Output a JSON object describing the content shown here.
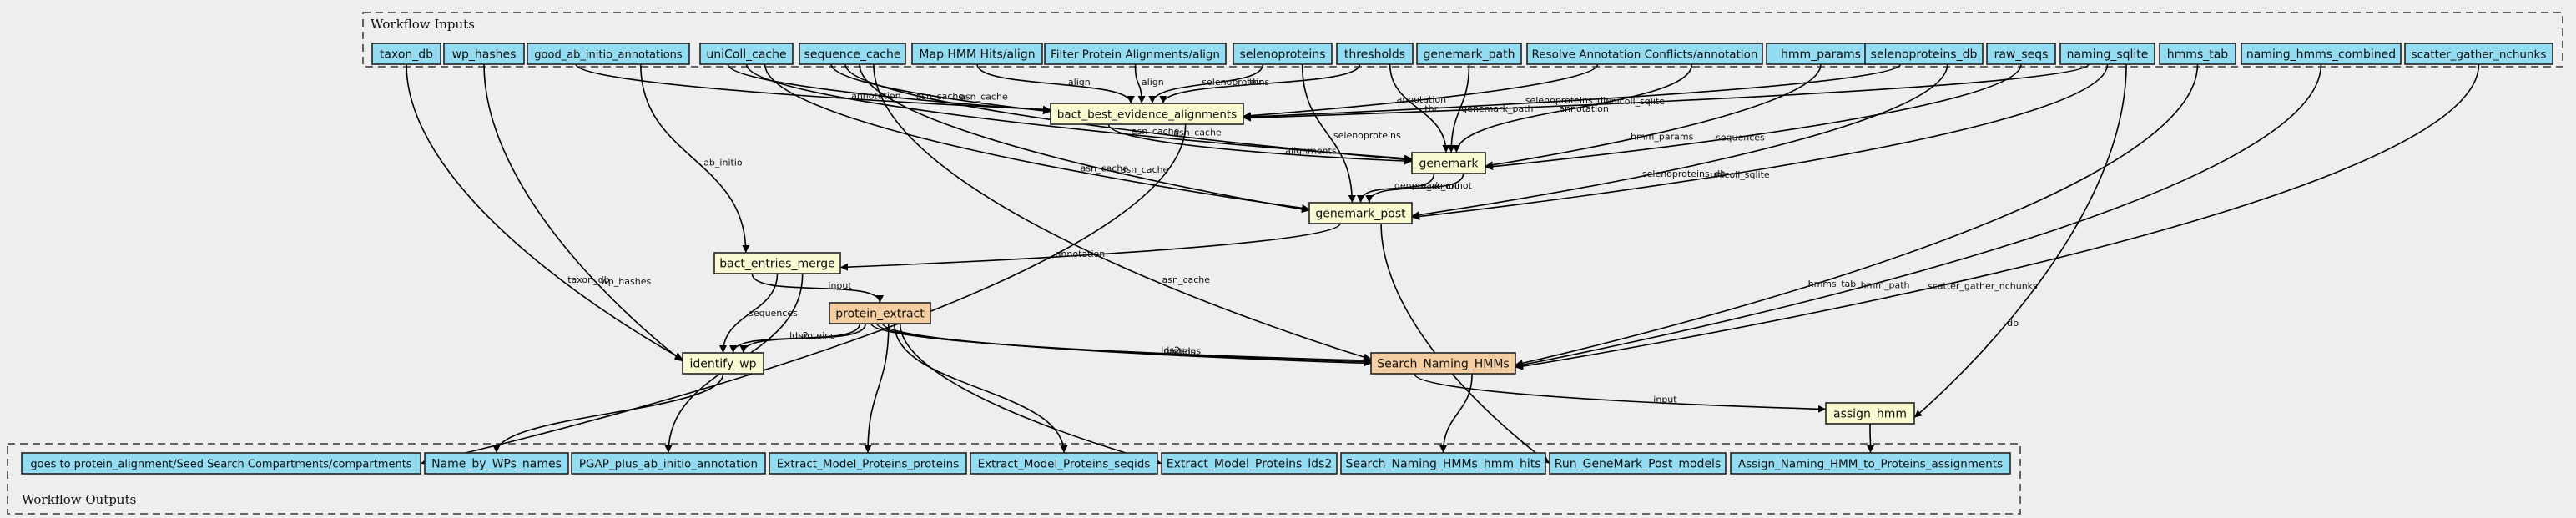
{
  "colors": {
    "io_fill": "#94dcf2",
    "step_fill": "#fafad2",
    "subworkflow_fill": "#f4cda0",
    "background": "#eeeeee"
  },
  "clusters": {
    "inputs_label": "Workflow Inputs",
    "outputs_label": "Workflow Outputs"
  },
  "inputs": [
    {
      "id": "taxon_db",
      "label": "taxon_db"
    },
    {
      "id": "wp_hashes",
      "label": "wp_hashes"
    },
    {
      "id": "good_ab_initio_annotations",
      "label": "good_ab_initio_annotations"
    },
    {
      "id": "uniColl_cache",
      "label": "uniColl_cache"
    },
    {
      "id": "sequence_cache",
      "label": "sequence_cache"
    },
    {
      "id": "map_hmm_hits_align",
      "label": "Map HMM Hits/align"
    },
    {
      "id": "filter_protein_alignments_align",
      "label": "Filter Protein Alignments/align"
    },
    {
      "id": "selenoproteins",
      "label": "selenoproteins"
    },
    {
      "id": "thresholds",
      "label": "thresholds"
    },
    {
      "id": "genemark_path",
      "label": "genemark_path"
    },
    {
      "id": "resolve_annotation_conflicts_annotation",
      "label": "Resolve Annotation Conflicts/annotation"
    },
    {
      "id": "hmm_params",
      "label": "hmm_params"
    },
    {
      "id": "selenoproteins_db",
      "label": "selenoproteins_db"
    },
    {
      "id": "raw_seqs",
      "label": "raw_seqs"
    },
    {
      "id": "naming_sqlite",
      "label": "naming_sqlite"
    },
    {
      "id": "hmms_tab",
      "label": "hmms_tab"
    },
    {
      "id": "naming_hmms_combined",
      "label": "naming_hmms_combined"
    },
    {
      "id": "scatter_gather_nchunks",
      "label": "scatter_gather_nchunks"
    }
  ],
  "steps": [
    {
      "id": "bact_best_evidence_alignments",
      "label": "bact_best_evidence_alignments",
      "kind": "step"
    },
    {
      "id": "genemark",
      "label": "genemark",
      "kind": "step"
    },
    {
      "id": "genemark_post",
      "label": "genemark_post",
      "kind": "step"
    },
    {
      "id": "bact_entries_merge",
      "label": "bact_entries_merge",
      "kind": "step"
    },
    {
      "id": "protein_extract",
      "label": "protein_extract",
      "kind": "subworkflow"
    },
    {
      "id": "identify_wp",
      "label": "identify_wp",
      "kind": "step"
    },
    {
      "id": "Search_Naming_HMMs",
      "label": "Search_Naming_HMMs",
      "kind": "subworkflow"
    },
    {
      "id": "assign_hmm",
      "label": "assign_hmm",
      "kind": "step"
    }
  ],
  "outputs": [
    {
      "id": "out_compartments",
      "label": "goes to protein_alignment/Seed Search Compartments/compartments"
    },
    {
      "id": "out_name_by_wps",
      "label": "Name_by_WPs_names"
    },
    {
      "id": "out_pgap_plus",
      "label": "PGAP_plus_ab_initio_annotation"
    },
    {
      "id": "out_emp_proteins",
      "label": "Extract_Model_Proteins_proteins"
    },
    {
      "id": "out_emp_seqids",
      "label": "Extract_Model_Proteins_seqids"
    },
    {
      "id": "out_emp_lds2",
      "label": "Extract_Model_Proteins_lds2"
    },
    {
      "id": "out_snh_hits",
      "label": "Search_Naming_HMMs_hmm_hits"
    },
    {
      "id": "out_rgmp_models",
      "label": "Run_GeneMark_Post_models"
    },
    {
      "id": "out_assign",
      "label": "Assign_Naming_HMM_to_Proteins_assignments"
    }
  ],
  "edges": [
    {
      "from": "good_ab_initio_annotations",
      "to": "bact_best_evidence_alignments",
      "label": "annotation"
    },
    {
      "from": "uniColl_cache",
      "to": "bact_best_evidence_alignments",
      "label": "asn_cache"
    },
    {
      "from": "sequence_cache",
      "to": "bact_best_evidence_alignments",
      "label": "asn_cache"
    },
    {
      "from": "map_hmm_hits_align",
      "to": "bact_best_evidence_alignments",
      "label": "align"
    },
    {
      "from": "filter_protein_alignments_align",
      "to": "bact_best_evidence_alignments",
      "label": "align"
    },
    {
      "from": "selenoproteins",
      "to": "bact_best_evidence_alignments",
      "label": "selenoproteins"
    },
    {
      "from": "thresholds",
      "to": "bact_best_evidence_alignments",
      "label": "thr"
    },
    {
      "from": "resolve_annotation_conflicts_annotation",
      "to": "bact_best_evidence_alignments",
      "label": "annotation"
    },
    {
      "from": "selenoproteins_db",
      "to": "bact_best_evidence_alignments",
      "label": "selenoproteins_db"
    },
    {
      "from": "naming_sqlite",
      "to": "bact_best_evidence_alignments",
      "label": "unicoll_sqlite"
    },
    {
      "from": "uniColl_cache",
      "to": "genemark",
      "label": "asn_cache"
    },
    {
      "from": "sequence_cache",
      "to": "genemark",
      "label": "asn_cache"
    },
    {
      "from": "bact_best_evidence_alignments",
      "to": "genemark",
      "label": "alignments"
    },
    {
      "from": "thresholds",
      "to": "genemark",
      "label": "thr"
    },
    {
      "from": "genemark_path",
      "to": "genemark",
      "label": "genemark_path"
    },
    {
      "from": "resolve_annotation_conflicts_annotation",
      "to": "genemark",
      "label": "annotation"
    },
    {
      "from": "hmm_params",
      "to": "genemark",
      "label": "hmm_params"
    },
    {
      "from": "raw_seqs",
      "to": "genemark",
      "label": "sequences"
    },
    {
      "from": "uniColl_cache",
      "to": "genemark_post",
      "label": "asn_cache"
    },
    {
      "from": "sequence_cache",
      "to": "genemark_post",
      "label": "asn_cache"
    },
    {
      "from": "selenoproteins",
      "to": "genemark_post",
      "label": "selenoproteins"
    },
    {
      "from": "genemark",
      "to": "genemark_post",
      "label": "genemark_annot"
    },
    {
      "from": "genemark",
      "to": "genemark_post",
      "label": "pre_annot"
    },
    {
      "from": "selenoproteins_db",
      "to": "genemark_post",
      "label": "selenoproteins_db"
    },
    {
      "from": "naming_sqlite",
      "to": "genemark_post",
      "label": "unicoll_sqlite"
    },
    {
      "from": "good_ab_initio_annotations",
      "to": "bact_entries_merge",
      "label": "ab_initio"
    },
    {
      "from": "genemark_post",
      "to": "bact_entries_merge",
      "label": "annotation"
    },
    {
      "from": "bact_entries_merge",
      "to": "protein_extract",
      "label": "input"
    },
    {
      "from": "taxon_db",
      "to": "identify_wp",
      "label": "taxon_db"
    },
    {
      "from": "wp_hashes",
      "to": "identify_wp",
      "label": "wp_hashes"
    },
    {
      "from": "bact_entries_merge",
      "to": "identify_wp",
      "label": "sequences"
    },
    {
      "from": "protein_extract",
      "to": "identify_wp",
      "label": "lds2"
    },
    {
      "from": "protein_extract",
      "to": "identify_wp",
      "label": "proteins"
    },
    {
      "from": "sequence_cache",
      "to": "Search_Naming_HMMs",
      "label": "asn_cache"
    },
    {
      "from": "protein_extract",
      "to": "Search_Naming_HMMs",
      "label": "lds2"
    },
    {
      "from": "protein_extract",
      "to": "Search_Naming_HMMs",
      "label": "proteins"
    },
    {
      "from": "protein_extract",
      "to": "Search_Naming_HMMs",
      "label": "seqids"
    },
    {
      "from": "hmms_tab",
      "to": "Search_Naming_HMMs",
      "label": "hmms_tab"
    },
    {
      "from": "naming_hmms_combined",
      "to": "Search_Naming_HMMs",
      "label": "hmm_path"
    },
    {
      "from": "scatter_gather_nchunks",
      "to": "Search_Naming_HMMs",
      "label": "scatter_gather_nchunks"
    },
    {
      "from": "Search_Naming_HMMs",
      "to": "assign_hmm",
      "label": "input"
    },
    {
      "from": "naming_sqlite",
      "to": "assign_hmm",
      "label": "db"
    },
    {
      "from": "bact_best_evidence_alignments",
      "to": "out_compartments",
      "label": ""
    },
    {
      "from": "identify_wp",
      "to": "out_name_by_wps",
      "label": ""
    },
    {
      "from": "bact_entries_merge",
      "to": "out_pgap_plus",
      "label": ""
    },
    {
      "from": "protein_extract",
      "to": "out_emp_proteins",
      "label": ""
    },
    {
      "from": "protein_extract",
      "to": "out_emp_seqids",
      "label": ""
    },
    {
      "from": "protein_extract",
      "to": "out_emp_lds2",
      "label": ""
    },
    {
      "from": "Search_Naming_HMMs",
      "to": "out_snh_hits",
      "label": ""
    },
    {
      "from": "genemark_post",
      "to": "out_rgmp_models",
      "label": ""
    },
    {
      "from": "assign_hmm",
      "to": "out_assign",
      "label": ""
    }
  ]
}
